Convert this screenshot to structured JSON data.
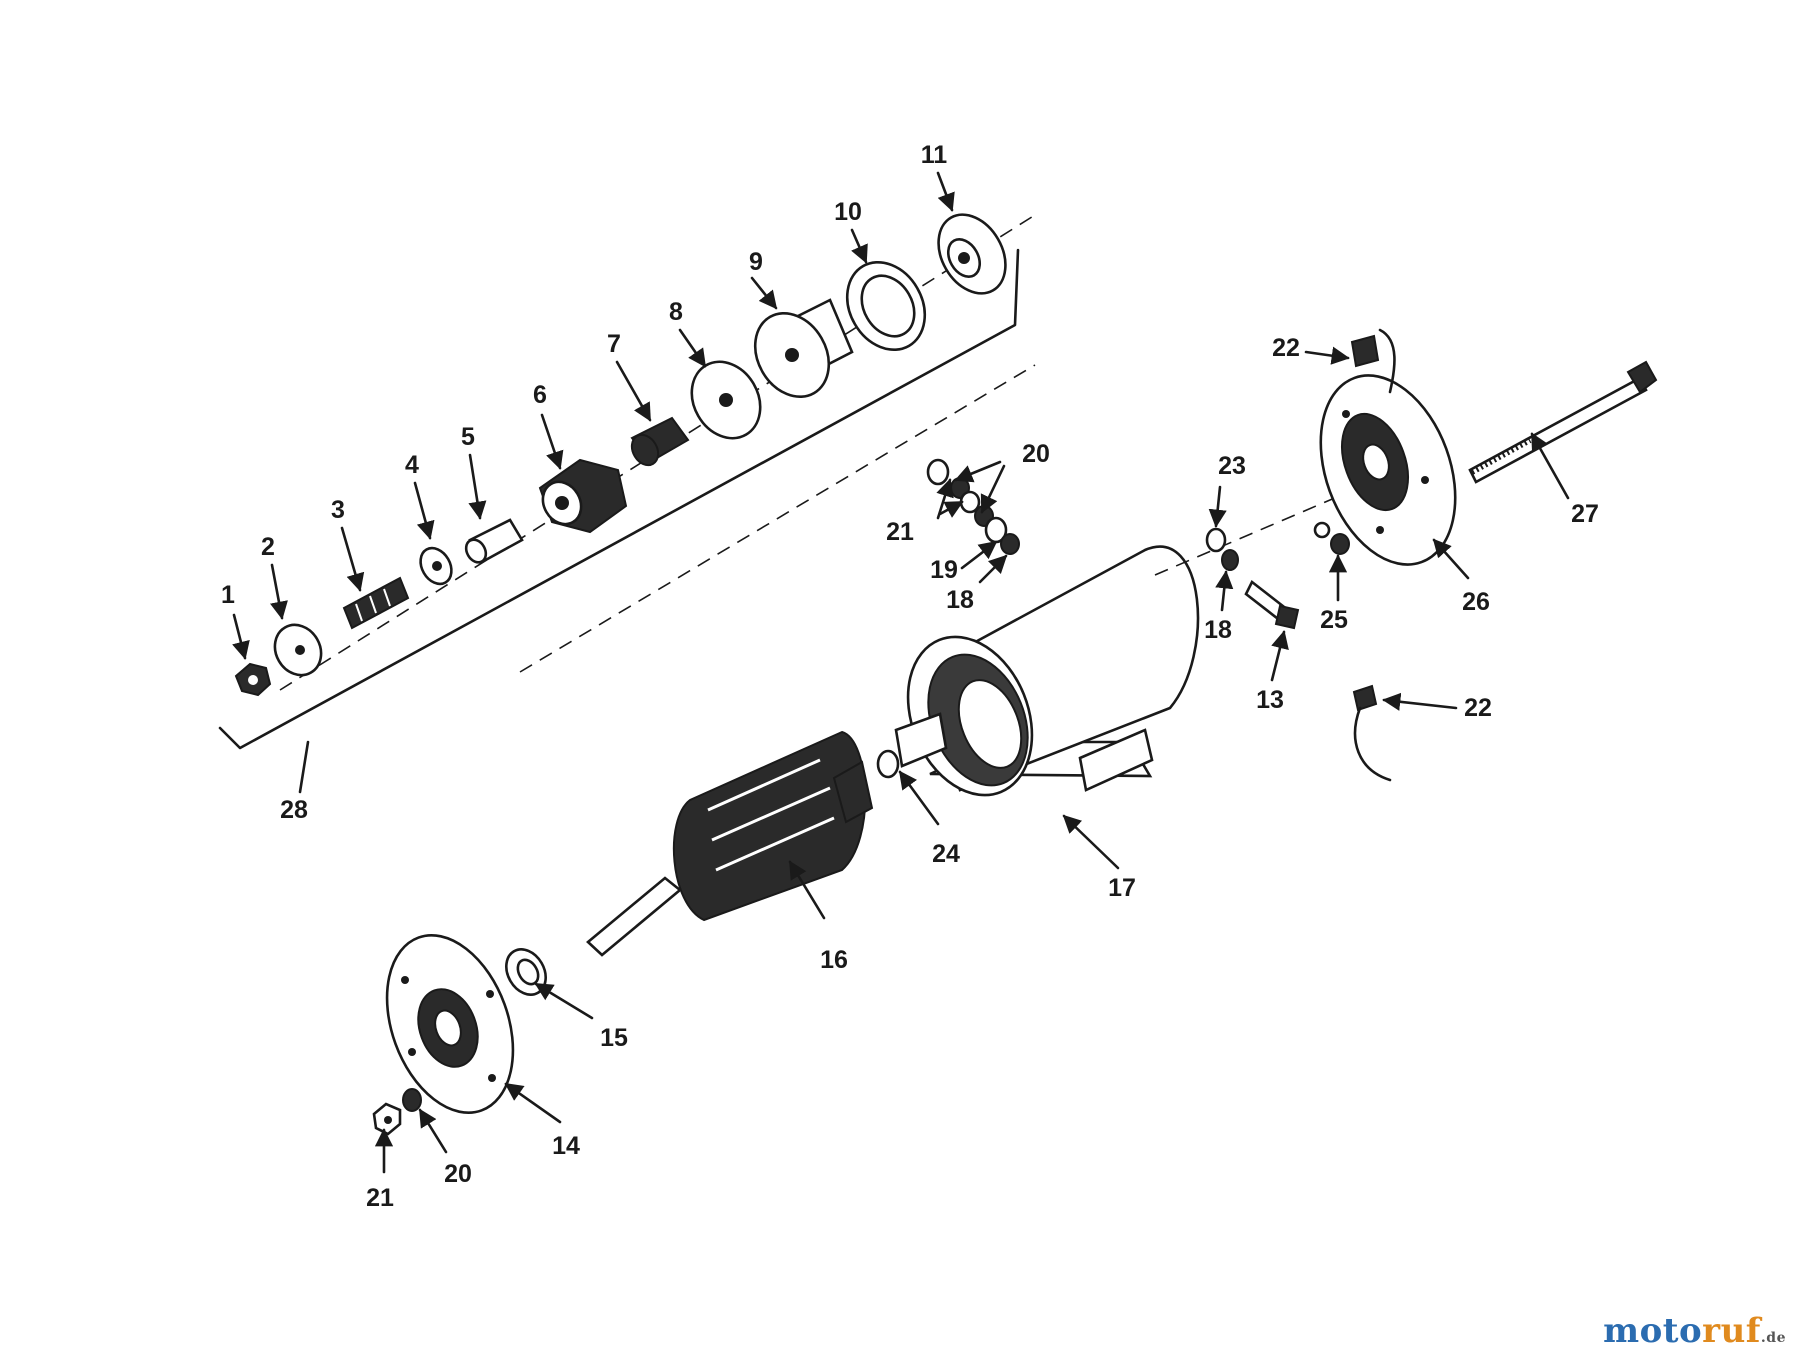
{
  "diagram": {
    "callouts": [
      "1",
      "2",
      "3",
      "4",
      "5",
      "6",
      "7",
      "8",
      "9",
      "10",
      "11",
      "28",
      "20",
      "21",
      "19",
      "18",
      "22",
      "23",
      "18",
      "13",
      "25",
      "26",
      "27",
      "22",
      "24",
      "16",
      "17",
      "15",
      "14",
      "20",
      "21"
    ]
  },
  "watermark": {
    "part1": "moto",
    "part2": "ruf",
    "tld": ".de"
  },
  "colors": {
    "ink": "#1a1a1a",
    "brand_blue": "#2b6cb0",
    "brand_orange": "#e08a1e"
  }
}
